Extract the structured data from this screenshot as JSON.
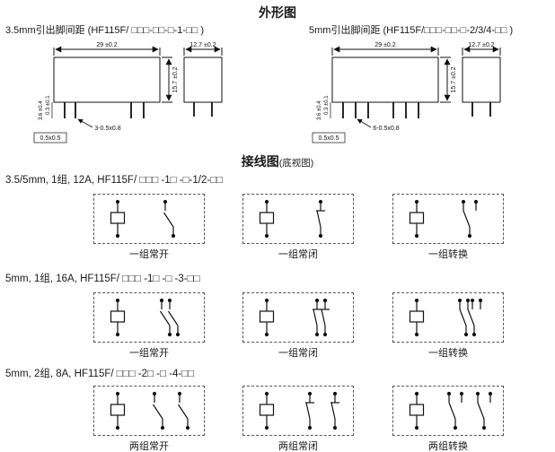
{
  "titles": {
    "outline": "外形图",
    "wiring": "接线图",
    "wiring_note": "(底视图)"
  },
  "outline": {
    "left_label": "3.5mm引出脚间距 (HF115F/ □□□-□□-□-1-□□ )",
    "right_label": "5mm引出脚间距 (HF115F/□□□-□□-□-2/3/4-□□ )",
    "dims": {
      "body_width": "29 ±0.2",
      "side_width": "12.7 ±0.2",
      "height": "15.7 ±0.2",
      "pin_length": "3.6 ±0.4",
      "standoff": "0.3 ±0.1",
      "left_pin_note": "3-0.5x0.8",
      "right_pin_note": "6-0.5x0.8",
      "pin_cross": "0.5x0.5"
    }
  },
  "wiring_rows": [
    {
      "label": "3.5/5mm, 1组, 12A, HF115F/ □□□ -1□ -□-1/2-□□",
      "captions": [
        "一组常开",
        "一组常闭",
        "一组转换"
      ]
    },
    {
      "label": "5mm, 1组, 16A, HF115F/ □□□ -1□ -□ -3-□□",
      "captions": [
        "一组常开",
        "一组常闭",
        "一组转换"
      ]
    },
    {
      "label": "5mm, 2组, 8A, HF115F/ □□□ -2□ -□ -4-□□",
      "captions": [
        "两组常开",
        "两组常闭",
        "两组转换"
      ]
    }
  ]
}
